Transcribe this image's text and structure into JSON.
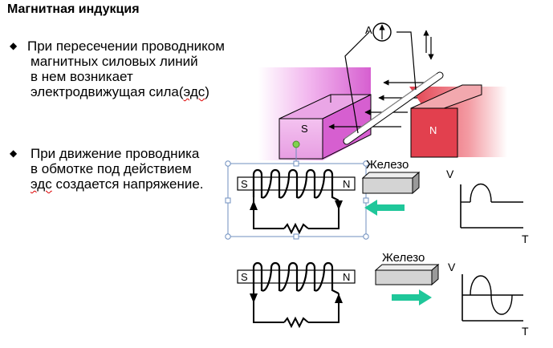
{
  "title": "Магнитная индукция",
  "bullet1": {
    "mark": "◆",
    "line1": "При пересечении проводником",
    "line2": "магнитных силовых линий",
    "line3": "в нем возникает",
    "line4_before": "электродвижущая сила(",
    "line4_abbr": "эдс",
    "line4_after": ")"
  },
  "bullet2": {
    "mark": "◆",
    "line1": "При движение проводника",
    "line2": "в обмотке под действием",
    "line3_abbr": "эдс",
    "line3_after": " создается напряжение."
  },
  "magnet": {
    "south": "S",
    "north": "N",
    "ammeter": "A"
  },
  "coil_top": {
    "south": "S",
    "north": "N",
    "iron": "Железо",
    "v_axis": "V",
    "t_axis": "T"
  },
  "coil_bottom": {
    "south": "S",
    "north": "N",
    "iron": "Железо",
    "v_axis": "V",
    "t_axis": "T"
  },
  "colors": {
    "magnet_s": "#d65fd0",
    "magnet_n": "#e2404e",
    "arrow": "#1fc79a",
    "selection": "#6f8fbf",
    "iron": "#d4d4d4"
  }
}
